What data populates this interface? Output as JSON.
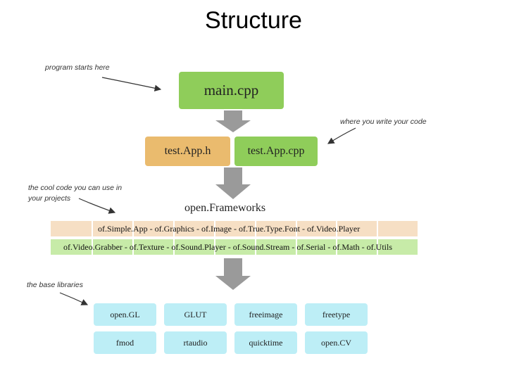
{
  "title": "Structure",
  "annotations": {
    "program_starts": "program starts here",
    "where_you_write": "where you write your code",
    "cool_code_1": "the cool code you can use in",
    "cool_code_2": "your projects",
    "base_libraries": "the base libraries"
  },
  "main_box": "main.cpp",
  "app_boxes": {
    "header": "test.App.h",
    "source": "test.App.cpp"
  },
  "framework_label": "open.Frameworks",
  "framework_row1": "of.Simple.App - of.Graphics - of.Image - of.True.Type.Font - of.Video.Player",
  "framework_row2": "of.Video.Grabber - of.Texture - of.Sound.Player - of.Sound.Stream - of.Serial - of.Math - of.Utils",
  "libraries": [
    "open.GL",
    "GLUT",
    "freeimage",
    "freetype",
    "fmod",
    "rtaudio",
    "quicktime",
    "open.CV"
  ],
  "colors": {
    "main": "#8fcd5a",
    "header": "#eabb6e",
    "row1": "#f6dfc4",
    "row2": "#c7eba8",
    "library": "#bdeef6",
    "arrow": "#9a9a9a"
  }
}
